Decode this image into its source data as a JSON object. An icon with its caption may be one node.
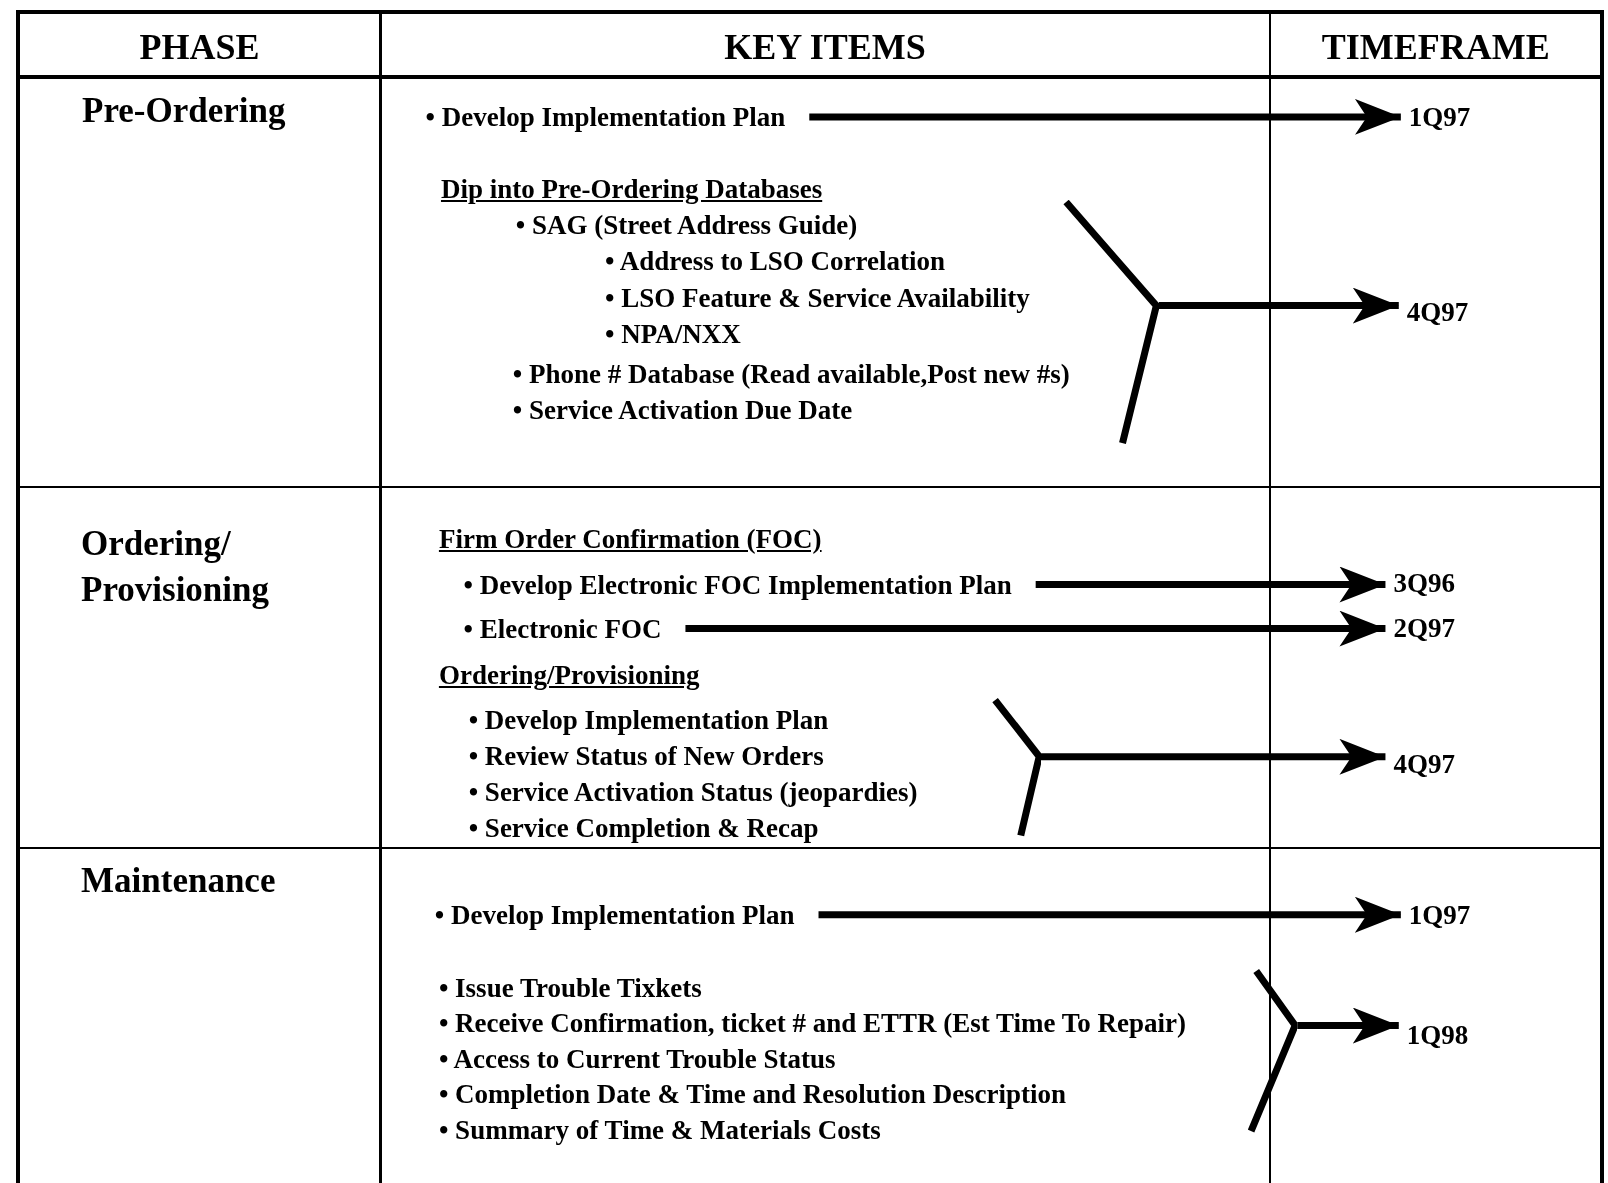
{
  "diagram": {
    "nodes": [
      {
        "text": [
          "• Develop Implementation Plan"
        ]
      },
      {
        "text": [
          "1Q97"
        ]
      },
      {
        "text": [],
        "shape": "bracket"
      },
      {
        "text": [
          "4Q97"
        ]
      },
      {
        "text": [
          "• Develop Electronic FOC Implementation Plan"
        ]
      },
      {
        "text": [
          "3Q96"
        ]
      },
      {
        "text": [
          "• Electronic FOC"
        ]
      },
      {
        "text": [
          "2Q97"
        ]
      },
      {
        "text": [],
        "shape": "bracket"
      },
      {
        "text": [
          "4Q97"
        ]
      },
      {
        "text": [
          "• Develop Implementation Plan"
        ]
      },
      {
        "text": [
          "1Q97"
        ]
      },
      {
        "text": [],
        "shape": "bracket"
      },
      {
        "text": [
          "1Q98"
        ]
      }
    ],
    "edges": [
      {
        "from": 0,
        "to": 1,
        "arrow": "to"
      },
      {
        "from": 2,
        "to": 3,
        "arrow": "to"
      },
      {
        "from": 4,
        "to": 5,
        "arrow": "to"
      },
      {
        "from": 6,
        "to": 7,
        "arrow": "to"
      },
      {
        "from": 8,
        "to": 9,
        "arrow": "to"
      },
      {
        "from": 10,
        "to": 11,
        "arrow": "to"
      },
      {
        "from": 12,
        "to": 13,
        "arrow": "to"
      }
    ],
    "labels": [
      "PHASE",
      "KEY ITEMS",
      "TIMEFRAME",
      "Pre-Ordering",
      "Dip into Pre-Ordering Databases",
      "• SAG (Street Address Guide)",
      "• Address to LSO Correlation",
      "• LSO Feature & Service Availability",
      "• NPA/NXX",
      "• Phone # Database (Read available,Post new #s)",
      "• Service Activation Due Date",
      "Ordering/ Provisioning",
      "Firm Order Confirmation (FOC)",
      "Ordering/Provisioning",
      "• Develop Implementation Plan",
      "• Review Status of New Orders",
      "• Service Activation Status (jeopardies)",
      "• Service Completion & Recap",
      "Maintenance",
      "• Issue Trouble Tixkets",
      "• Receive Confirmation, ticket # and ETTR (Est Time To Repair)",
      "• Access to Current Trouble Status",
      "• Completion Date & Time and Resolution Description",
      "• Summary of Time & Materials Costs"
    ]
  }
}
